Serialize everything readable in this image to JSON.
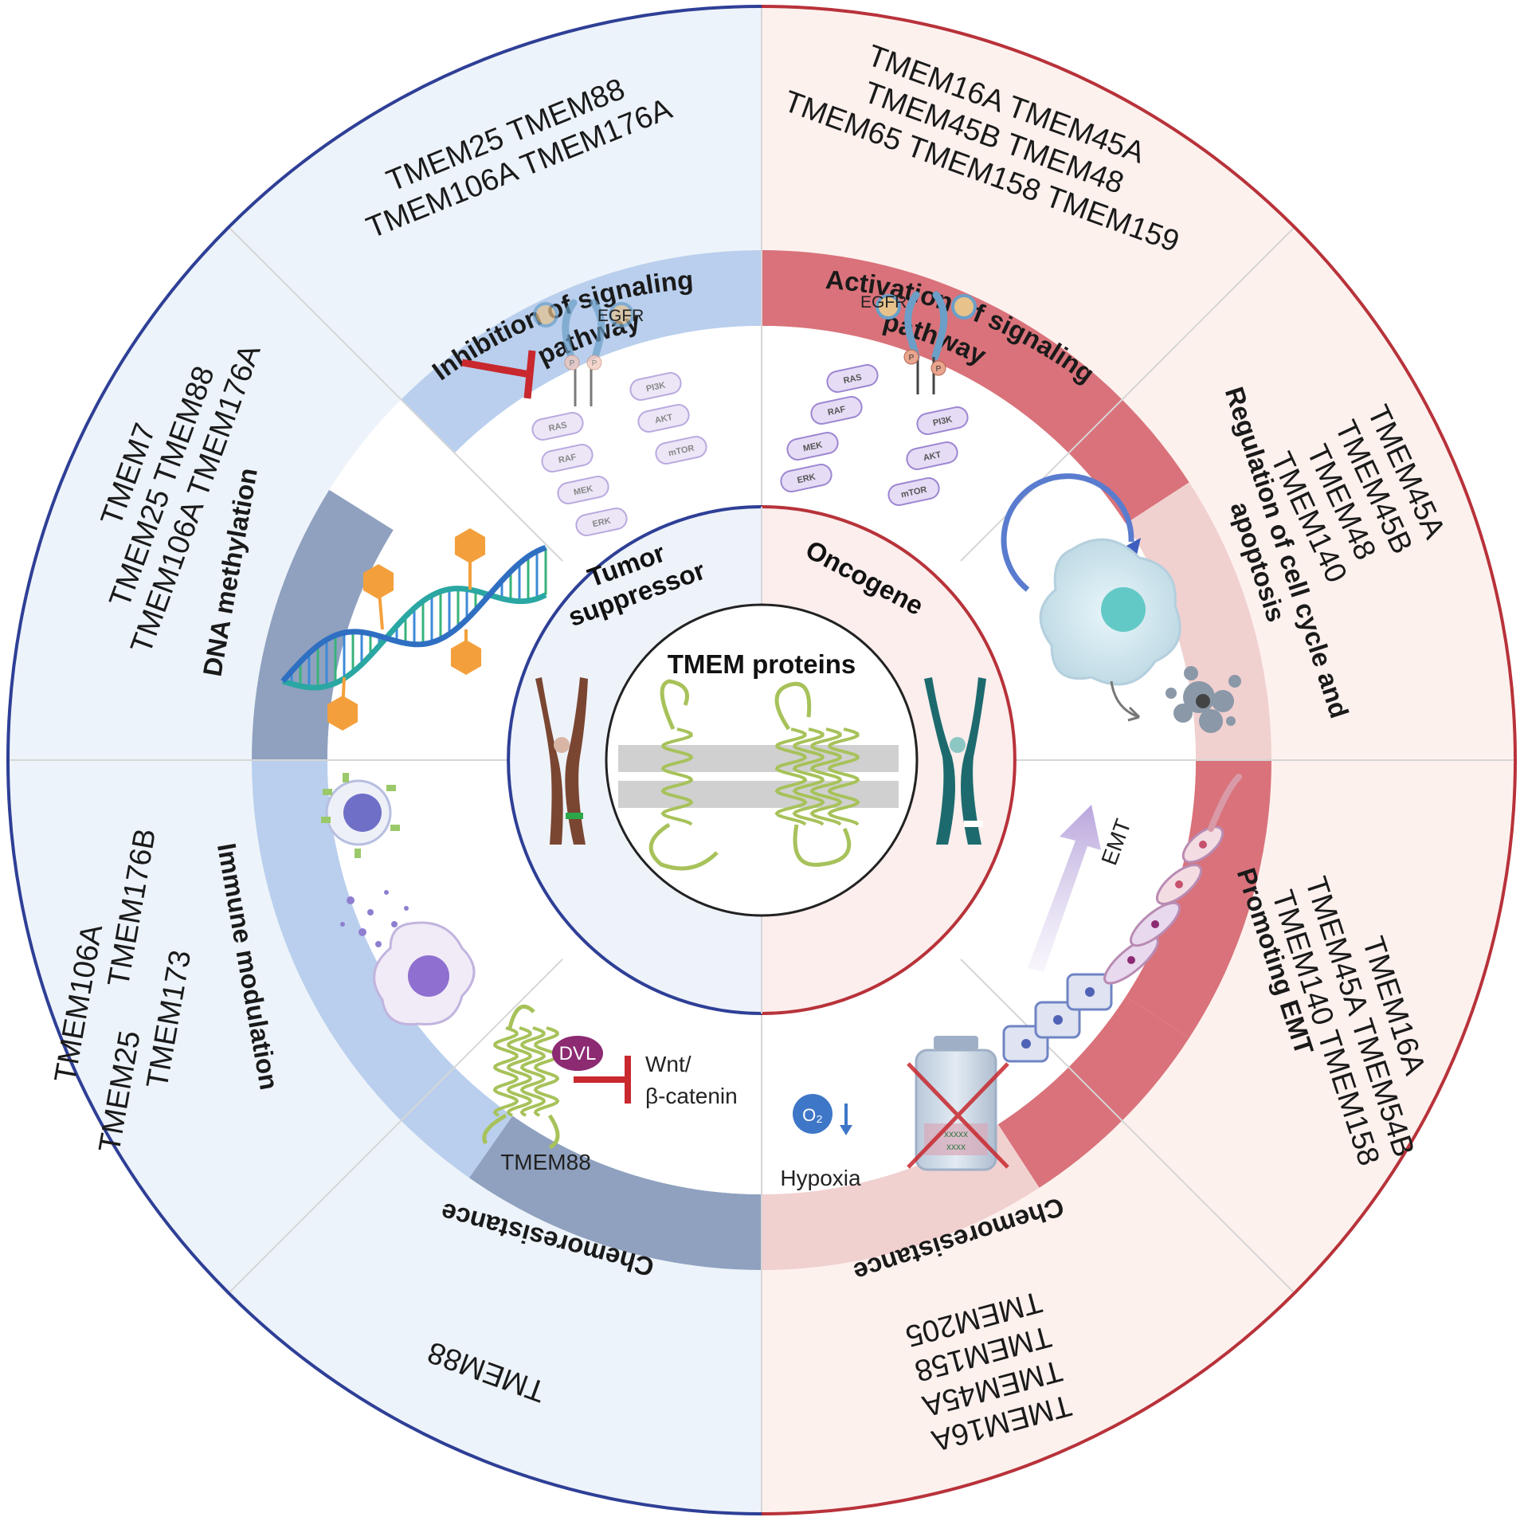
{
  "center": {
    "title": "TMEM proteins"
  },
  "roles": {
    "suppressor": [
      "Tumor",
      "suppressor"
    ],
    "oncogene": "Oncogene"
  },
  "bands": {
    "inhibition": [
      "Inhibition of signaling",
      "pathway"
    ],
    "activation": [
      "Activation of signaling",
      "pathway"
    ],
    "dna": "DNA methylation",
    "regulation": [
      "Regulation of cell cycle and",
      "apoptosis"
    ],
    "immune": "Immune modulation",
    "emt": "Promoting EMT",
    "chemo_left": "Chemoresistance",
    "chemo_right": "Chemoresistance"
  },
  "genes": {
    "inhibition": [
      "TMEM25   TMEM88",
      "TMEM106A   TMEM176A"
    ],
    "activation": [
      "TMEM16A  TMEM45A",
      "TMEM45B  TMEM48",
      "TMEM65 TMEM158  TMEM159"
    ],
    "dna": [
      "TMEM7",
      "TMEM25 TMEM88",
      "TMEM106A TMEM176A"
    ],
    "regulation": [
      "TMEM45A",
      "TMEM45B",
      "TMEM48",
      "TMEM140"
    ],
    "immune": [
      "TMEM106A",
      "TMEM176B",
      "TMEM25",
      "TMEM173"
    ],
    "emt": [
      "TMEM16A",
      "TMEM45A  TMEM54B",
      "TMEM140  TMEM158"
    ],
    "chemo_left": [
      "TMEM88"
    ],
    "chemo_right": [
      "TMEM16A",
      "TMEM45A",
      "TMEM158",
      "TMEM205"
    ]
  },
  "illustrations": {
    "egfr_left": "EGFR",
    "egfr_right": "EGFR",
    "pathway_nodes": [
      "RAS",
      "RAF",
      "MEK",
      "ERK",
      "PI3K",
      "AKT",
      "mTOR"
    ],
    "phospho": "P",
    "emt": "EMT",
    "dvl": "DVL",
    "wnt": [
      "Wnt/",
      "β-catenin"
    ],
    "tmem88": "TMEM88",
    "o2": "O₂",
    "hypoxia": "Hypoxia",
    "vial_text": [
      "xxxxx",
      "xxxx"
    ]
  },
  "colors": {
    "left_ring": "#2e3f96",
    "right_ring": "#b8323a",
    "left_bg": "#edf3fa",
    "right_bg": "#fdf1ee",
    "band_light_blue": "#b9cfed",
    "band_dark_blue": "#8fa1bf",
    "band_red": "#d9727a",
    "band_pink": "#f1d0d0",
    "orange": "#f3a03c",
    "inhibit_red": "#c8282e",
    "purple_node": "#a892d6"
  }
}
